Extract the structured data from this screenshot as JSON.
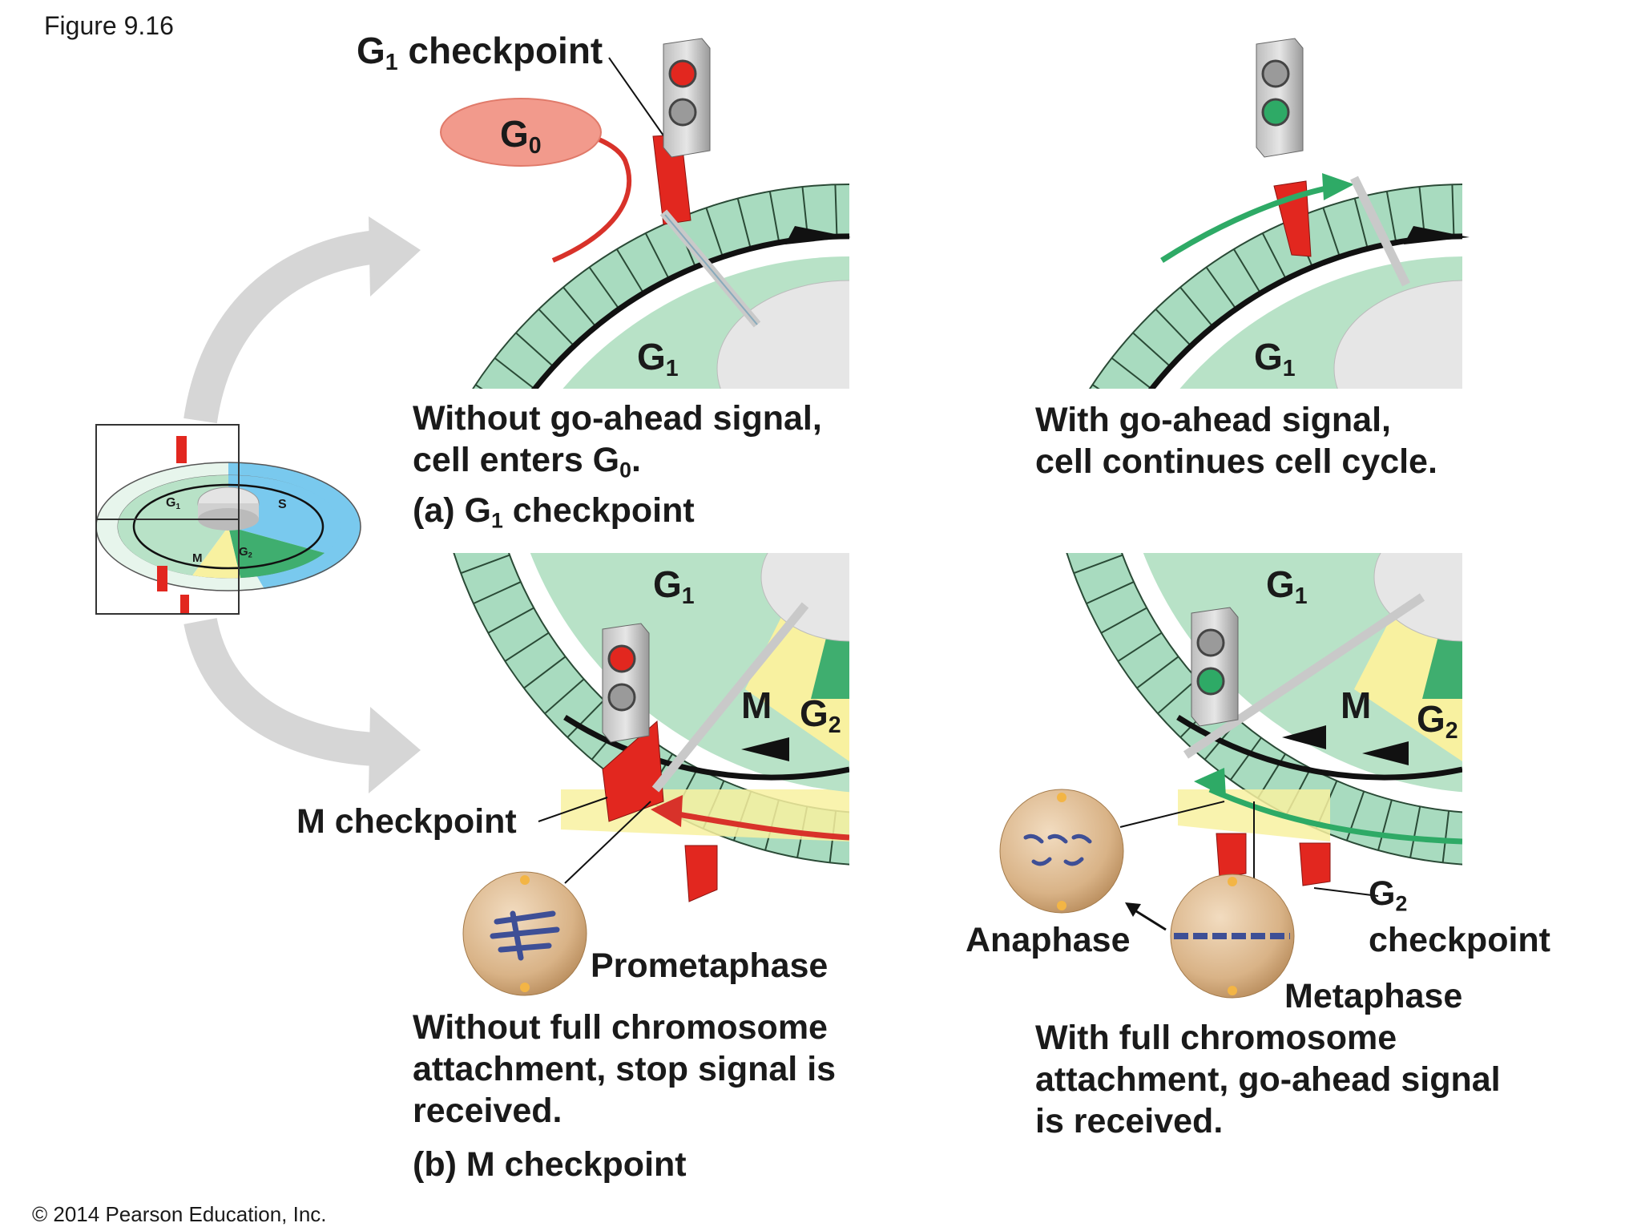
{
  "figure_label": "Figure 9.16",
  "copyright": "© 2014 Pearson Education, Inc.",
  "colors": {
    "light_green": "#b8e2c7",
    "green_band": "#a8dbbf",
    "dark_green": "#3fae6f",
    "blue_s": "#79c9ee",
    "yellow_m": "#f8f1a0",
    "red_stop": "#e2271f",
    "red_arrow": "#d8322a",
    "green_arrow": "#2eaa66",
    "g0_ellipse": "#f29a8c",
    "gray_arrow": "#d6d6d6"
  },
  "overview": {
    "g1_label": "G",
    "g1_sub": "1",
    "s_label": "S",
    "m_label": "M",
    "g2_label": "G",
    "g2_sub": "2"
  },
  "panel_a_left": {
    "checkpoint_label": "G",
    "checkpoint_sub": "1",
    "checkpoint_word": " checkpoint",
    "g0_label": "G",
    "g0_sub": "0",
    "phase_label": "G",
    "phase_sub": "1",
    "traffic_light_icon": "traffic-light-red-icon",
    "caption_line1": "Without go-ahead signal,",
    "caption_line2_pre": "cell enters G",
    "caption_line2_sub": "0",
    "caption_line2_post": ".",
    "part_label_pre": "(a) G",
    "part_label_sub": "1",
    "part_label_post": " checkpoint"
  },
  "panel_a_right": {
    "phase_label": "G",
    "phase_sub": "1",
    "traffic_light_icon": "traffic-light-green-icon",
    "caption_line1": "With go-ahead signal,",
    "caption_line2": "cell continues cell cycle."
  },
  "panel_b_left": {
    "g1_label": "G",
    "g1_sub": "1",
    "m_label": "M",
    "g2_label": "G",
    "g2_sub": "2",
    "checkpoint_label": "M checkpoint",
    "cell_label": "Prometaphase",
    "traffic_light_icon": "traffic-light-red-icon",
    "caption_line1": "Without full chromosome",
    "caption_line2": "attachment, stop signal is",
    "caption_line3": "received.",
    "part_label": "(b) M checkpoint"
  },
  "panel_b_right": {
    "g1_label": "G",
    "g1_sub": "1",
    "m_label": "M",
    "g2_label": "G",
    "g2_sub": "2",
    "anaphase_label": "Anaphase",
    "metaphase_label": "Metaphase",
    "g2_checkpoint_label": "G",
    "g2_checkpoint_sub": "2",
    "g2_checkpoint_word": "checkpoint",
    "traffic_light_icon": "traffic-light-green-icon",
    "caption_line1": "With full chromosome",
    "caption_line2": "attachment, go-ahead signal",
    "caption_line3": "is received."
  }
}
